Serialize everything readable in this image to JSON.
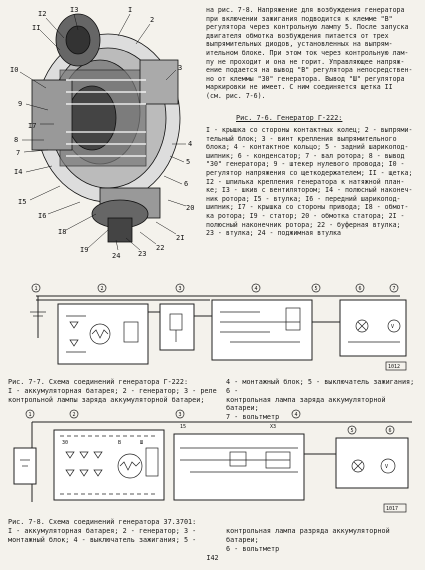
{
  "intro_text": "на рис. 7-8. Напряжение для возбуждения генератора\nпри включении зажигания подводится к клемме \"В\"\nрегулятора через контрольную лампу 5. После запуска\nдвигателя обмотка возбуждения питается от трех\nвыпрямительных диодов, установленных на выпрям-\nительном блоке. При этом ток через контрольную лам-\nпу не проходит и она не горит. Управляющее напряж-\nение подается на вывод \"В\" регулятора непосредствен-\nно от клеммы \"30\" генератора. Вывод \"Ш\" регулятора\nмаркировки не имеет. С ним соединяется щетка II\n(см. рис. 7-6).",
  "fig76": {
    "title": "Рис. 7-6. Генератор Г-222:",
    "legend": "I - крышка со стороны контактных колец; 2 - выпрями-\nтельный блок; 3 - винт крепления выпрямительного\nблока; 4 - контактное кольцо; 5 - задний шарикопод-\nшипник; 6 - конденсатор; 7 - вал ротора; 8 - вывод\n\"30\" генератора; 9 - штекер нулевого провода; I0 -\nрегулятор напряжения со щеткодержателем; II - щетка;\nI2 - шпилька крепления генератора к натяжной план-\nке; I3 - шкив с вентилятором; I4 - полюсный наконеч-\nник ротора; I5 - втулка; I6 - передний шарикопод-\nшипник; I7 - крышка со стороны привода; I8 - обмот-\nка ротора; I9 - статор; 20 - обмотка статора; 2I -\nполюсный наконечник ротора; 22 - буферная втулка;\n23 - втулка; 24 - поджимная втулка",
    "callouts": [
      "I3",
      "I2",
      "II",
      "I0",
      "9",
      "8",
      "7",
      "I4",
      "I5",
      "I6",
      "I7",
      "I",
      "2",
      "3",
      "4",
      "5",
      "6",
      "I8",
      "I9",
      "20",
      "2I",
      "22",
      "23",
      "24"
    ]
  },
  "fig77": {
    "badges": [
      "1",
      "2",
      "3",
      "4",
      "5",
      "6",
      "7"
    ],
    "code": "1012",
    "caption_left": "Рис. 7-7. Схема соединений генератора Г-222:\nI - аккумуляторная батарея; 2 - генератор; 3 - реле\nконтрольной лампы заряда аккумуляторной батареи;",
    "caption_right": "4 - монтажный блок; 5 - выключатель зажигания; 6 -\nконтрольная лампа заряда аккумуляторной батареи;\n7 - вольтметр"
  },
  "fig78": {
    "badges": [
      "1",
      "2",
      "3",
      "4",
      "5",
      "6"
    ],
    "labels": [
      "30",
      "В",
      "Ш",
      "15",
      "X3"
    ],
    "code": "1017",
    "caption_left": "Рис. 7-8. Схема соединений генератора 37.3701:\nI - аккумуляторная батарея; 2 - генератор; 3 -\nмонтажный блок; 4 - выключатель зажигания; 5 -",
    "caption_right": "контрольная лампа разряда аккумуляторной батареи;\n6 - вольтметр"
  },
  "page_number": "I42"
}
